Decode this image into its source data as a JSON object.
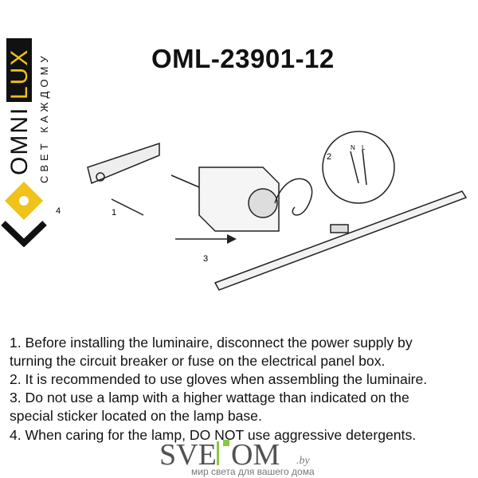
{
  "title": "OML-23901-12",
  "logo": {
    "brand_part1": "OMNI",
    "brand_part2": "LUX",
    "tagline": "СВЕТ КАЖДОМУ",
    "colors": {
      "accent": "#f0c21a",
      "dark": "#111111"
    }
  },
  "diagram": {
    "labels": [
      "1",
      "2",
      "3",
      "4"
    ],
    "terminal_labels": [
      "N",
      "L"
    ]
  },
  "instructions": [
    "1. Before installing the luminaire, disconnect the power supply by",
    "turning the circuit breaker or fuse on the electrical panel box.",
    "2. It is recommended to use gloves when assembling the luminaire.",
    "3. Do not use a lamp with a higher wattage than indicated on the",
    "special sticker located on the lamp base.",
    "4. When caring for the lamp, DO NOT use aggressive detergents."
  ],
  "watermark": {
    "brand": "SVETDOM",
    "domain": ".by",
    "tagline": "мир света для вашего дома",
    "accent": "#8dc63f"
  }
}
